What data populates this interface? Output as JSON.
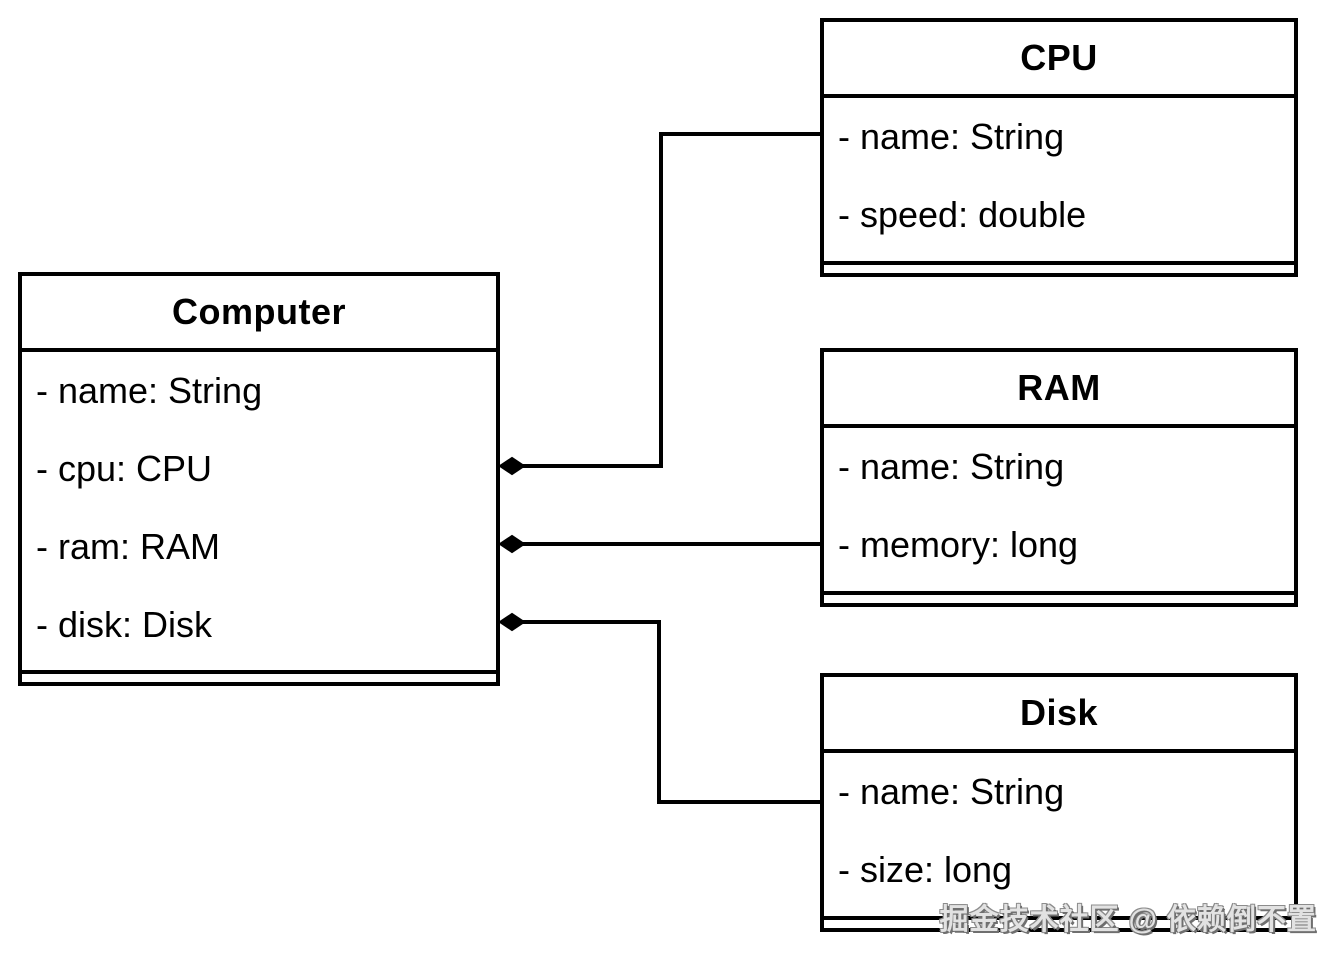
{
  "diagram": {
    "type": "uml-class-diagram",
    "classes": [
      {
        "name": "Computer",
        "attributes": [
          "- name: String",
          "- cpu: CPU",
          "- ram: RAM",
          "- disk: Disk"
        ]
      },
      {
        "name": "CPU",
        "attributes": [
          "- name: String",
          "- speed: double"
        ]
      },
      {
        "name": "RAM",
        "attributes": [
          "- name: String",
          "- memory: long"
        ]
      },
      {
        "name": "Disk",
        "attributes": [
          "- name: String",
          "- size: long"
        ]
      }
    ],
    "relationships": [
      {
        "from": "Computer",
        "to": "CPU",
        "type": "composition"
      },
      {
        "from": "Computer",
        "to": "RAM",
        "type": "composition"
      },
      {
        "from": "Computer",
        "to": "Disk",
        "type": "composition"
      }
    ],
    "colors": {
      "line": "#000000",
      "fill": "#ffffff",
      "text": "#000000"
    }
  },
  "watermark": {
    "text": "掘金技术社区 @ 依赖倒不置"
  }
}
